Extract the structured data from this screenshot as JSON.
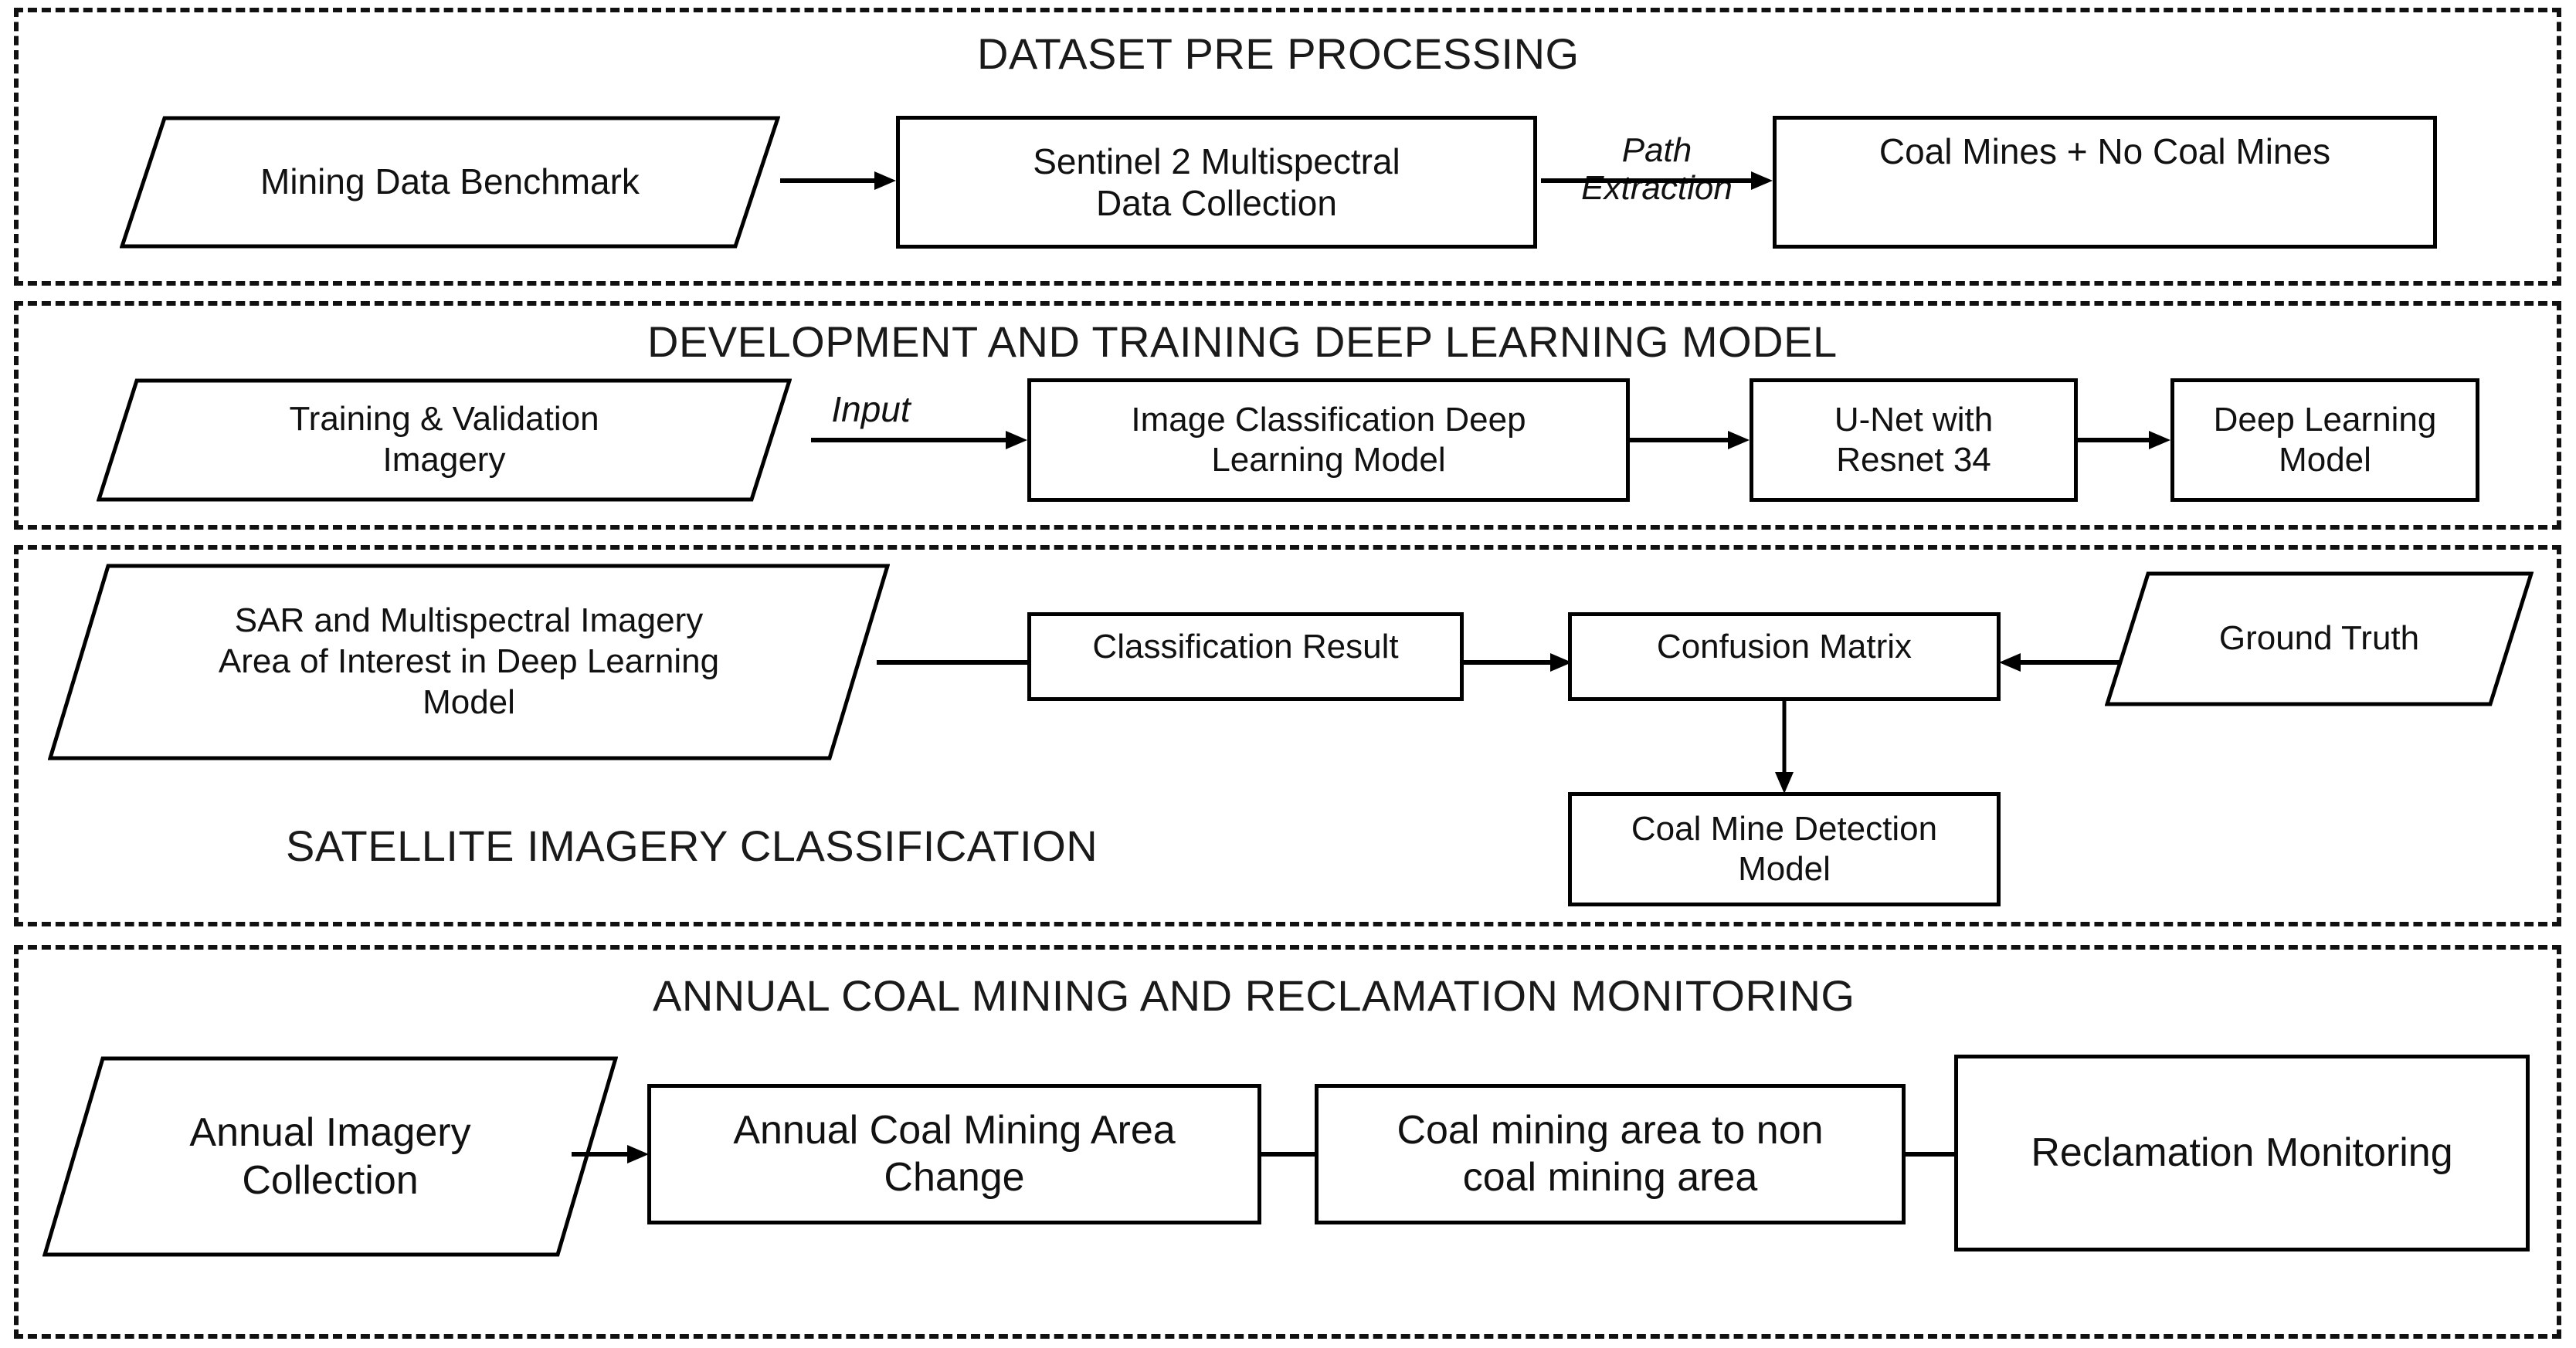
{
  "figure": {
    "kind": "flowchart",
    "background_color": "#ffffff",
    "line_color": "#000000",
    "text_color": "#111111"
  },
  "sections": [
    {
      "id": "dataset-pre-processing",
      "title": "DATASET PRE PROCESSING",
      "nodes": [
        {
          "id": "mining-data-benchmark",
          "shape": "parallelogram",
          "label": "Mining Data Benchmark"
        },
        {
          "id": "sentinel-2-multispectral-data-collection",
          "shape": "rectangle",
          "label": "Sentinel 2 Multispectral\nData Collection"
        },
        {
          "id": "coal-mines-no-coal-mines",
          "shape": "rectangle",
          "label": "Coal Mines + No Coal Mines"
        }
      ],
      "edges": [
        {
          "from": "mining-data-benchmark",
          "to": "sentinel-2-multispectral-data-collection",
          "label": ""
        },
        {
          "from": "sentinel-2-multispectral-data-collection",
          "to": "coal-mines-no-coal-mines",
          "label": "Path\nExtraction"
        }
      ]
    },
    {
      "id": "development-and-training-deep-learning-model",
      "title": "DEVELOPMENT AND TRAINING DEEP LEARNING MODEL",
      "nodes": [
        {
          "id": "training-validation-imagery",
          "shape": "parallelogram",
          "label": "Training & Validation\nImagery"
        },
        {
          "id": "image-classification-deep-learning-model",
          "shape": "rectangle",
          "label": "Image Classification Deep\nLearning Model"
        },
        {
          "id": "u-net-with-resnet-34",
          "shape": "rectangle",
          "label": "U-Net with\nResnet 34"
        },
        {
          "id": "deep-learning-model",
          "shape": "rectangle",
          "label": "Deep Learning\nModel"
        }
      ],
      "edges": [
        {
          "from": "training-validation-imagery",
          "to": "image-classification-deep-learning-model",
          "label": "Input"
        },
        {
          "from": "image-classification-deep-learning-model",
          "to": "u-net-with-resnet-34",
          "label": ""
        },
        {
          "from": "u-net-with-resnet-34",
          "to": "deep-learning-model",
          "label": ""
        }
      ]
    },
    {
      "id": "satellite-imagery-classification",
      "title": "SATELLITE IMAGERY CLASSIFICATION",
      "nodes": [
        {
          "id": "sar-and-multispectral-imagery-aoi",
          "shape": "parallelogram",
          "label": "SAR and Multispectral Imagery\nArea of Interest in Deep Learning\nModel"
        },
        {
          "id": "classification-result",
          "shape": "rectangle",
          "label": "Classification Result"
        },
        {
          "id": "confusion-matrix",
          "shape": "rectangle",
          "label": "Confusion Matrix"
        },
        {
          "id": "ground-truth",
          "shape": "parallelogram",
          "label": "Ground Truth"
        },
        {
          "id": "coal-mine-detection-model",
          "shape": "rectangle",
          "label": "Coal Mine Detection\nModel"
        }
      ],
      "edges": [
        {
          "from": "sar-and-multispectral-imagery-aoi",
          "to": "classification-result",
          "label": ""
        },
        {
          "from": "classification-result",
          "to": "confusion-matrix",
          "label": ""
        },
        {
          "from": "ground-truth",
          "to": "confusion-matrix",
          "label": ""
        },
        {
          "from": "confusion-matrix",
          "to": "coal-mine-detection-model",
          "label": ""
        }
      ]
    },
    {
      "id": "annual-coal-mining-and-reclamation-monitoring",
      "title": "ANNUAL COAL MINING AND RECLAMATION MONITORING",
      "nodes": [
        {
          "id": "annual-imagery-collection",
          "shape": "parallelogram",
          "label": "Annual Imagery\nCollection"
        },
        {
          "id": "annual-coal-mining-area-change",
          "shape": "rectangle",
          "label": "Annual Coal Mining Area\nChange"
        },
        {
          "id": "coal-mining-area-to-non-coal-mining-area",
          "shape": "rectangle",
          "label": "Coal mining area to non\ncoal mining area"
        },
        {
          "id": "reclamation-monitoring",
          "shape": "rectangle",
          "label": "Reclamation Monitoring"
        }
      ],
      "edges": [
        {
          "from": "annual-imagery-collection",
          "to": "annual-coal-mining-area-change",
          "label": ""
        },
        {
          "from": "annual-coal-mining-area-change",
          "to": "coal-mining-area-to-non-coal-mining-area",
          "label": ""
        },
        {
          "from": "coal-mining-area-to-non-coal-mining-area",
          "to": "reclamation-monitoring",
          "label": ""
        }
      ]
    }
  ]
}
